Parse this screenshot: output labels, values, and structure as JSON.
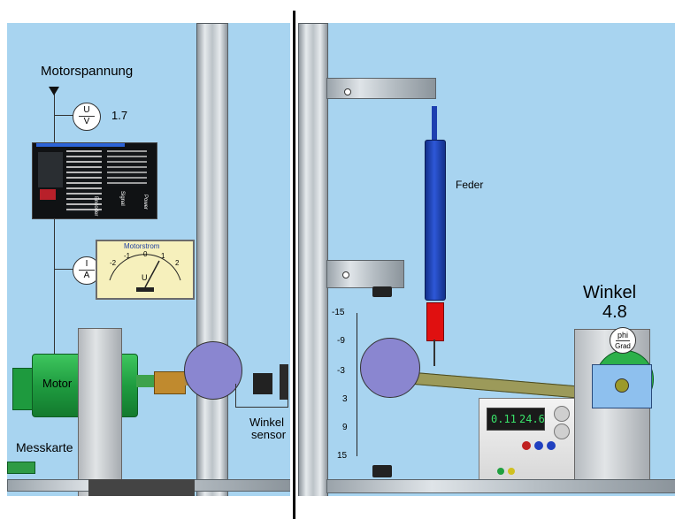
{
  "left": {
    "motorspannung_label": "Motorspannung",
    "voltage_meter": {
      "symbol_top": "U",
      "symbol_bottom": "V",
      "value": "1.7"
    },
    "driver_board": {
      "labels": [
        "Encoder",
        "Signal",
        "Power"
      ]
    },
    "current_meter": {
      "symbol_top": "I",
      "symbol_bottom": "A"
    },
    "ammeter": {
      "title": "Motorstrom",
      "scale": [
        "-2",
        "-1",
        "0",
        "1",
        "2"
      ],
      "unit": "U"
    },
    "motor_label": "Motor",
    "messkarte_label": "Messkarte",
    "winkelsensor_label_line1": "Winkel",
    "winkelsensor_label_line2": "sensor"
  },
  "right": {
    "feder_label": "Feder",
    "winkel_title": "Winkel",
    "winkel_value": "4.8",
    "angle_meter": {
      "symbol_top": "phi",
      "symbol_bottom": "Grad"
    },
    "scale_labels": [
      "-15",
      "-9",
      "-3",
      "3",
      "9",
      "15"
    ],
    "power_supply": {
      "display_left": "0.11",
      "display_right": "24.6"
    }
  },
  "colors": {
    "background": "#a8d4f0",
    "motor": "#22b14c",
    "spring": "#1d3fb0",
    "spring_tip": "#e01010",
    "disc": "#8a86d0",
    "arm": "#9c9a5a"
  }
}
